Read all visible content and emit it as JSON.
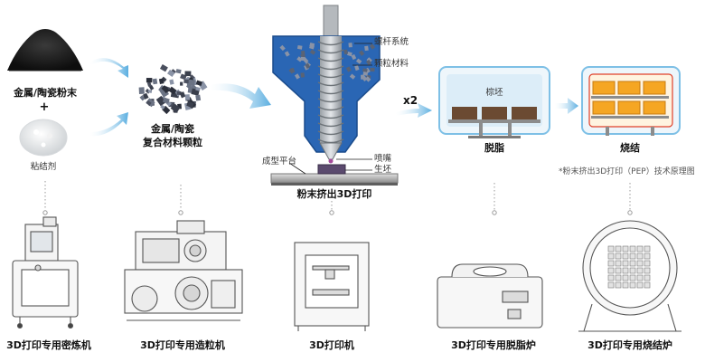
{
  "steps": {
    "metal_powder": "金属/陶瓷粉末",
    "plus": "+",
    "binder": "粘结剂",
    "granules": [
      "金属/陶瓷",
      "复合材料颗粒"
    ],
    "printing": "粉末挤出3D打印",
    "debinding": "脱脂",
    "sintering": "烧结"
  },
  "printer_labels": {
    "screw": "螺杆系统",
    "pellet": "颗粒材料",
    "nozzle": "喷嘴",
    "platform": "成型平台",
    "green_part": "生坯"
  },
  "multiplier": "x2",
  "debind_part": "棕坯",
  "footnote": "*粉末挤出3D打印（PEP）技术原理图",
  "machines": [
    {
      "label": "3D打印专用密炼机"
    },
    {
      "label": "3D打印专用造粒机"
    },
    {
      "label": "3D打印机"
    },
    {
      "label": "3D打印专用脱脂炉"
    },
    {
      "label": "3D打印专用烧结炉"
    }
  ],
  "colors": {
    "arrow": "#5aaee0",
    "printer_blue": "#2a66b4",
    "furnace_bg": "#dcedf8",
    "furnace_border": "#7ec0e6",
    "sinter_fill": "#f5a623",
    "sinter_glow": "#e0402a",
    "brown_part": "#6b4a32",
    "machine_line": "#555555"
  }
}
